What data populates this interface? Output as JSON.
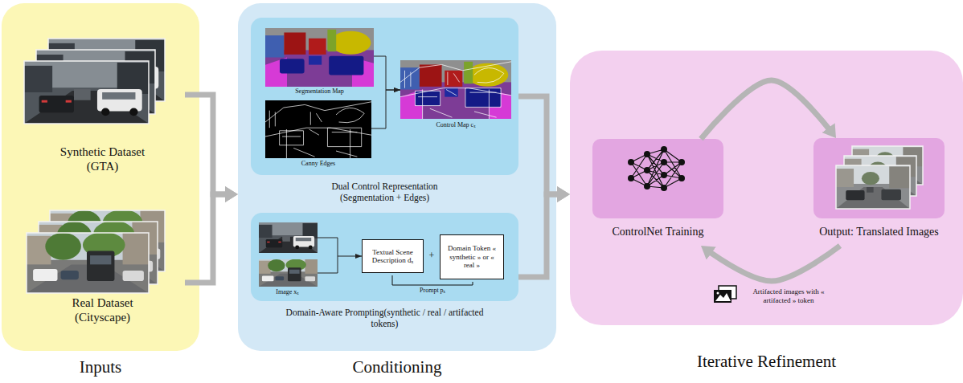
{
  "diagram": {
    "nodes": [
      {
        "text": [
          "Inputs"
        ]
      },
      {
        "text": [
          "Synthetic Dataset (GTA)"
        ],
        "in": 0
      },
      {
        "text": [
          "Real Dataset (Cityscape)"
        ],
        "in": 0
      },
      {
        "text": [
          "Conditioning"
        ]
      },
      {
        "text": [
          "Dual Control Representation (Segmentation + Edges)"
        ],
        "in": 3
      },
      {
        "text": [
          "Segmentation Map"
        ],
        "in": 4
      },
      {
        "text": [
          "Canny Edges"
        ],
        "in": 4
      },
      {
        "text": [
          "Control Map cₓ"
        ],
        "in": 4
      },
      {
        "text": [
          "Domain-Aware Prompting(synthetic / real / artifacted tokens)"
        ],
        "in": 3
      },
      {
        "text": [
          "Image xₓ"
        ],
        "in": 8
      },
      {
        "text": [
          "Textual Scene Description dₓ"
        ],
        "in": 8
      },
      {
        "text": [
          "Domain Token « synthetic » or « real »"
        ],
        "in": 8
      },
      {
        "text": [
          "Iterative Refinement"
        ]
      },
      {
        "text": [
          "ControlNet Training"
        ],
        "in": 12
      },
      {
        "text": [
          "Output: Translated Images"
        ],
        "in": 12
      }
    ],
    "edges": [
      {
        "from": 1,
        "to": 3,
        "arrow": "to"
      },
      {
        "from": 2,
        "to": 3,
        "arrow": "to"
      },
      {
        "from": 5,
        "to": 7,
        "arrow": "to"
      },
      {
        "from": 6,
        "to": 7,
        "arrow": "to"
      },
      {
        "from": 9,
        "to": 10,
        "arrow": "to"
      },
      {
        "from": 4,
        "to": 12,
        "arrow": "to"
      },
      {
        "from": 8,
        "to": 12,
        "arrow": "to"
      },
      {
        "from": 13,
        "to": 14,
        "arrow": "to"
      },
      {
        "from": 14,
        "to": 13,
        "arrow": "to",
        "label": "Artifacted images with « artifacted » token"
      }
    ],
    "labels": [
      "+",
      "Prompt pₓ"
    ]
  }
}
